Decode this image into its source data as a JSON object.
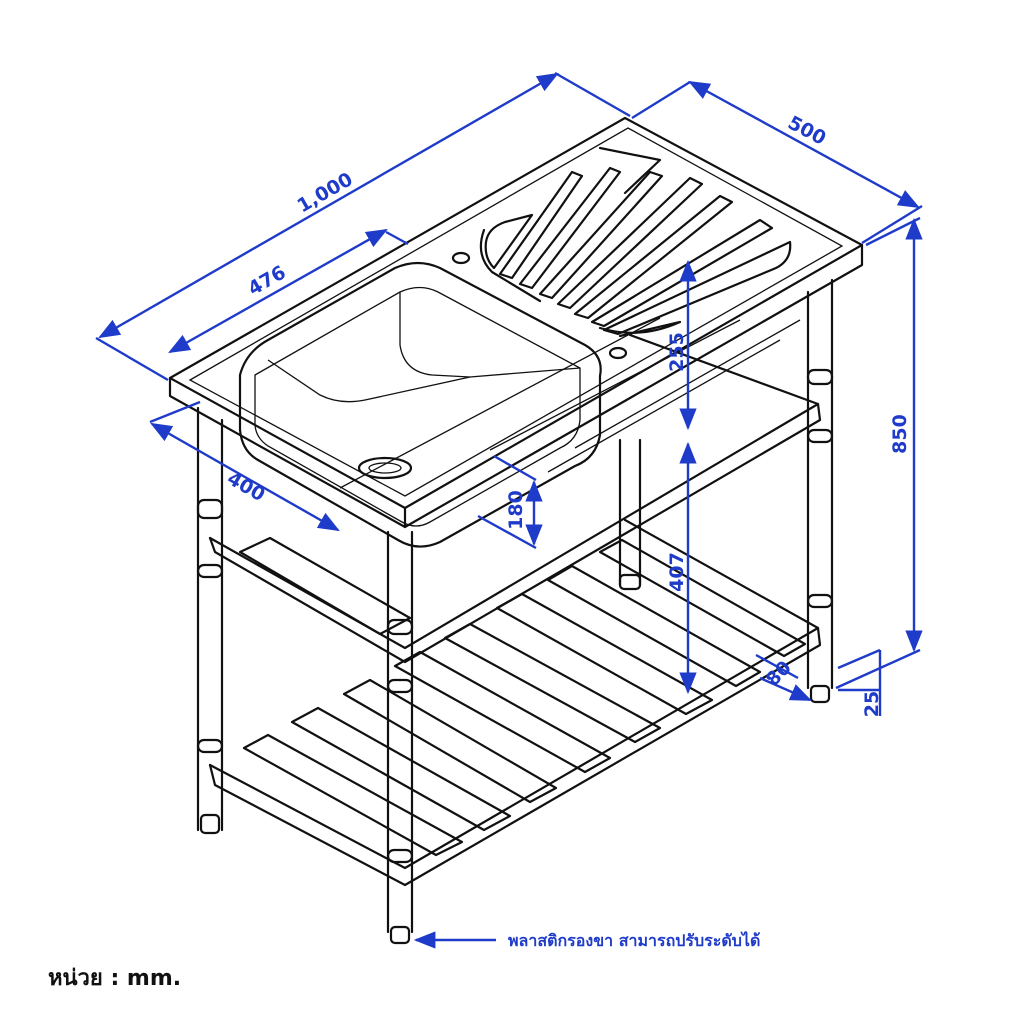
{
  "dimensions": {
    "length": "1,000",
    "depth": "500",
    "height": "850",
    "bowl_length": "476",
    "bowl_width": "400",
    "bowl_depth": "180",
    "top_to_shelf": "255",
    "shelf_gap": "407",
    "foot_height": "25",
    "shelf_offset": "80"
  },
  "note": "พลาสติกรองขา สามารถปรับระดับได้",
  "unit_label": "หน่วย : mm.",
  "colors": {
    "dimension": "#1f3bc9",
    "outline": "#111111",
    "background": "#ffffff"
  },
  "icons": {
    "note_pointer": "arrow-left-icon"
  }
}
